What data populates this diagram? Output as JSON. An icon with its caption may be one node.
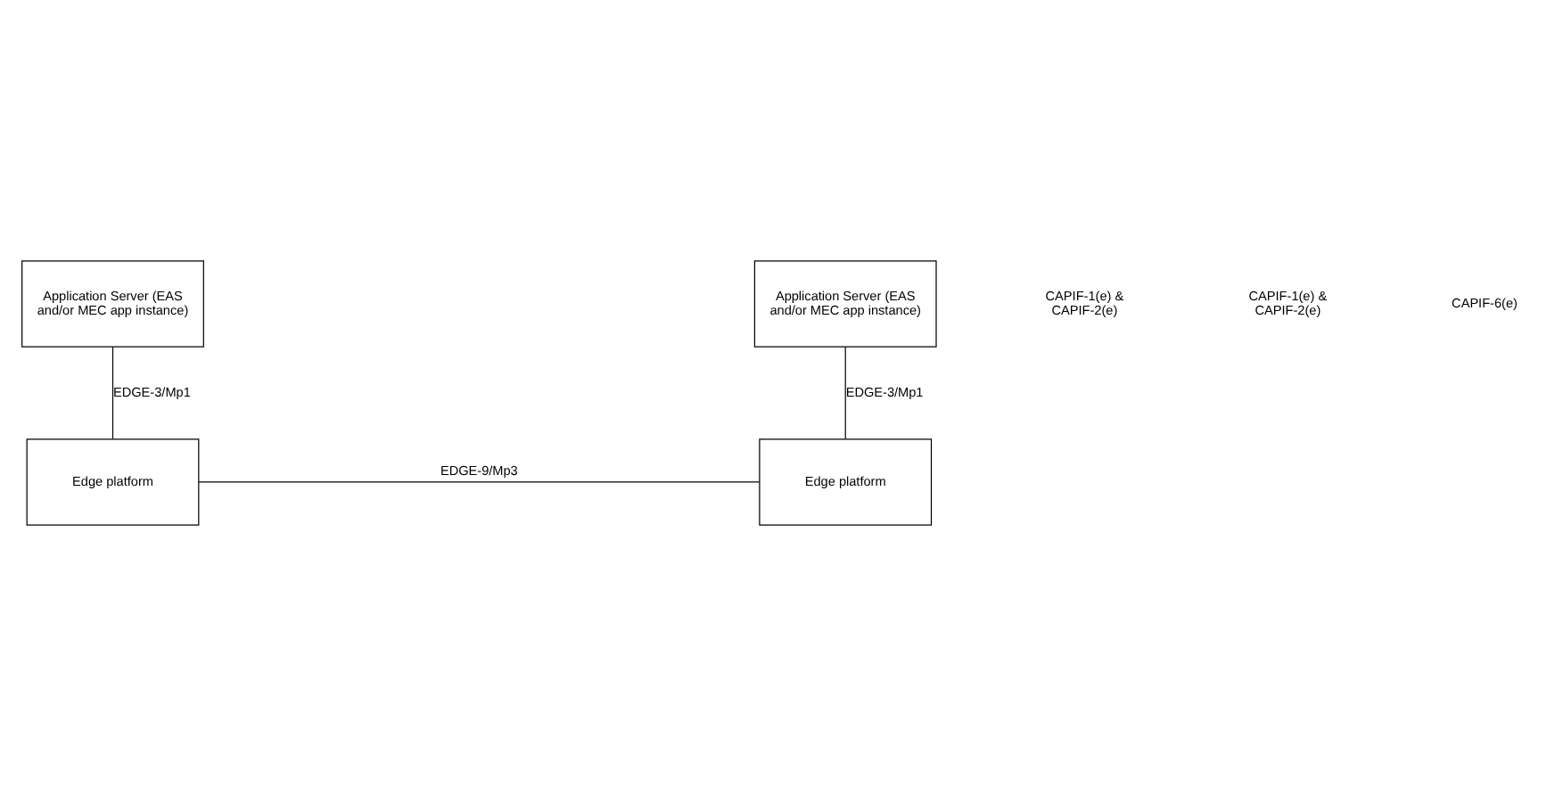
{
  "diagram": {
    "nodes": [
      {
        "text": [
          "Application Server (EAS and/or MEC app instance)"
        ]
      },
      {
        "text": [
          "Application Server (EAS and/or MEC app instance)"
        ]
      },
      {
        "text": [
          "Edge platform"
        ]
      },
      {
        "text": [
          "Edge platform"
        ]
      }
    ],
    "edges": [
      {
        "from": 0,
        "to": 2,
        "arrow": "none",
        "label": "EDGE-3/Mp1"
      },
      {
        "from": 1,
        "to": 3,
        "arrow": "none",
        "label": "EDGE-3/Mp1"
      },
      {
        "from": 2,
        "to": 3,
        "arrow": "none",
        "label": "EDGE-9/Mp3"
      }
    ],
    "labels": [
      "CAPIF-1(e) & CAPIF-2(e)",
      "CAPIF-1(e) & CAPIF-2(e)",
      "CAPIF-6(e)"
    ]
  }
}
